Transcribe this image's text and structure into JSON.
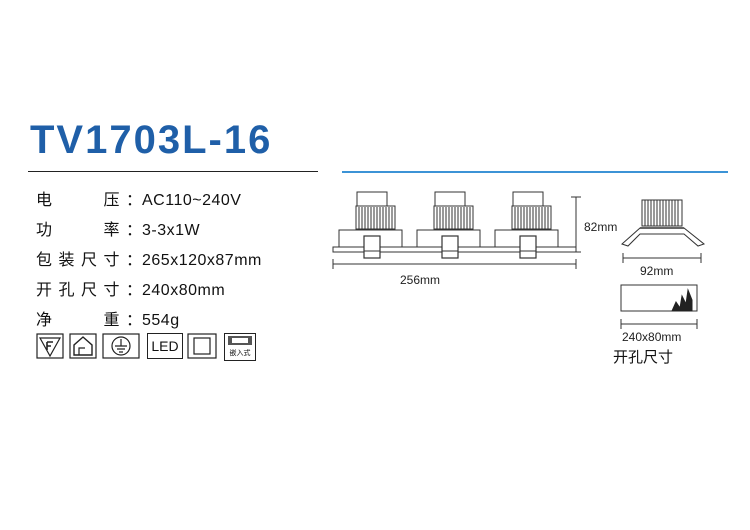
{
  "model": "TV1703L-16",
  "specs": [
    {
      "label": "电　　压：",
      "value": "AC110~240V"
    },
    {
      "label": "功　　率：",
      "value": "3-3x1W"
    },
    {
      "label": "包装尺寸：",
      "value": "265x120x87mm"
    },
    {
      "label": "开孔尺寸：",
      "value": "240x80mm"
    },
    {
      "label": "净　　重：",
      "value": "554g"
    }
  ],
  "icons": {
    "led_text": "LED",
    "recessed_text": "嵌入式"
  },
  "dimensions": {
    "width": "256mm",
    "height": "82mm",
    "side_width": "92mm",
    "cutout": "240x80mm",
    "cutout_label": "开孔尺寸"
  },
  "colors": {
    "title": "#1f5fa8",
    "accent_line": "#3c93d6"
  }
}
